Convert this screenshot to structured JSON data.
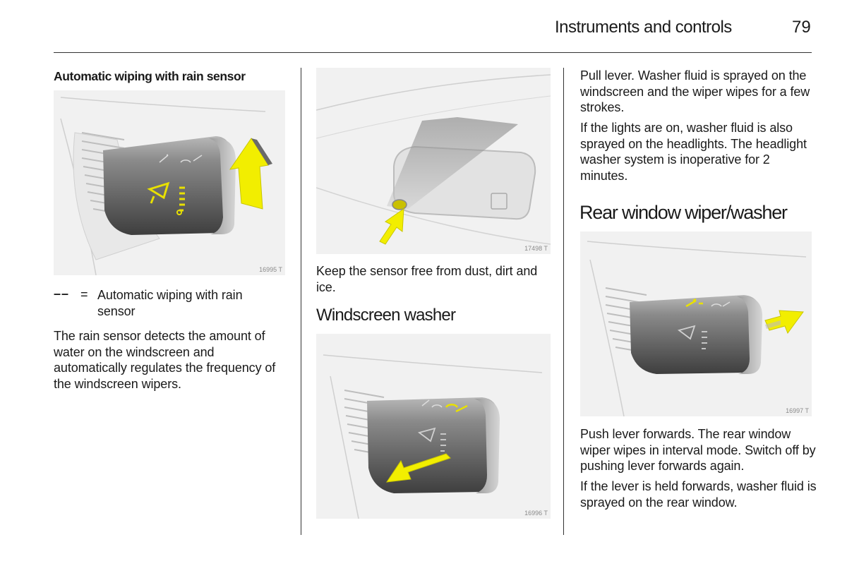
{
  "header": {
    "title": "Instruments and controls",
    "page_number": "79"
  },
  "col1": {
    "subheading": "Automatic wiping with rain sensor",
    "figure_code": "16995 T",
    "legend_symbol": "––",
    "legend_equals": "=",
    "legend_text": "Automatic wiping with rain sensor",
    "paragraph": "The rain sensor detects the amount of water on the windscreen and automatically regulates the frequency of the windscreen wipers."
  },
  "col2": {
    "figure1_code": "17498 T",
    "paragraph": "Keep the sensor free from dust, dirt and ice.",
    "heading": "Windscreen washer",
    "figure2_code": "16996 T"
  },
  "col3": {
    "paragraph1": "Pull lever. Washer fluid is sprayed on the windscreen and the wiper wipes for a few strokes.",
    "paragraph2": "If the lights are on, washer fluid is also sprayed on the headlights. The headlight washer system is inoperative for 2 minutes.",
    "heading": "Rear window wiper/washer",
    "figure_code": "16997 T",
    "paragraph3": "Push lever forwards. The rear window wiper wipes in interval mode. Switch off by pushing lever forwards again.",
    "paragraph4": "If the lever is held forwards, washer fluid is sprayed on the rear window."
  },
  "colors": {
    "arrow": "#f2ee00",
    "symbol_highlight": "#e8e000",
    "lever_dark": "#555555"
  }
}
